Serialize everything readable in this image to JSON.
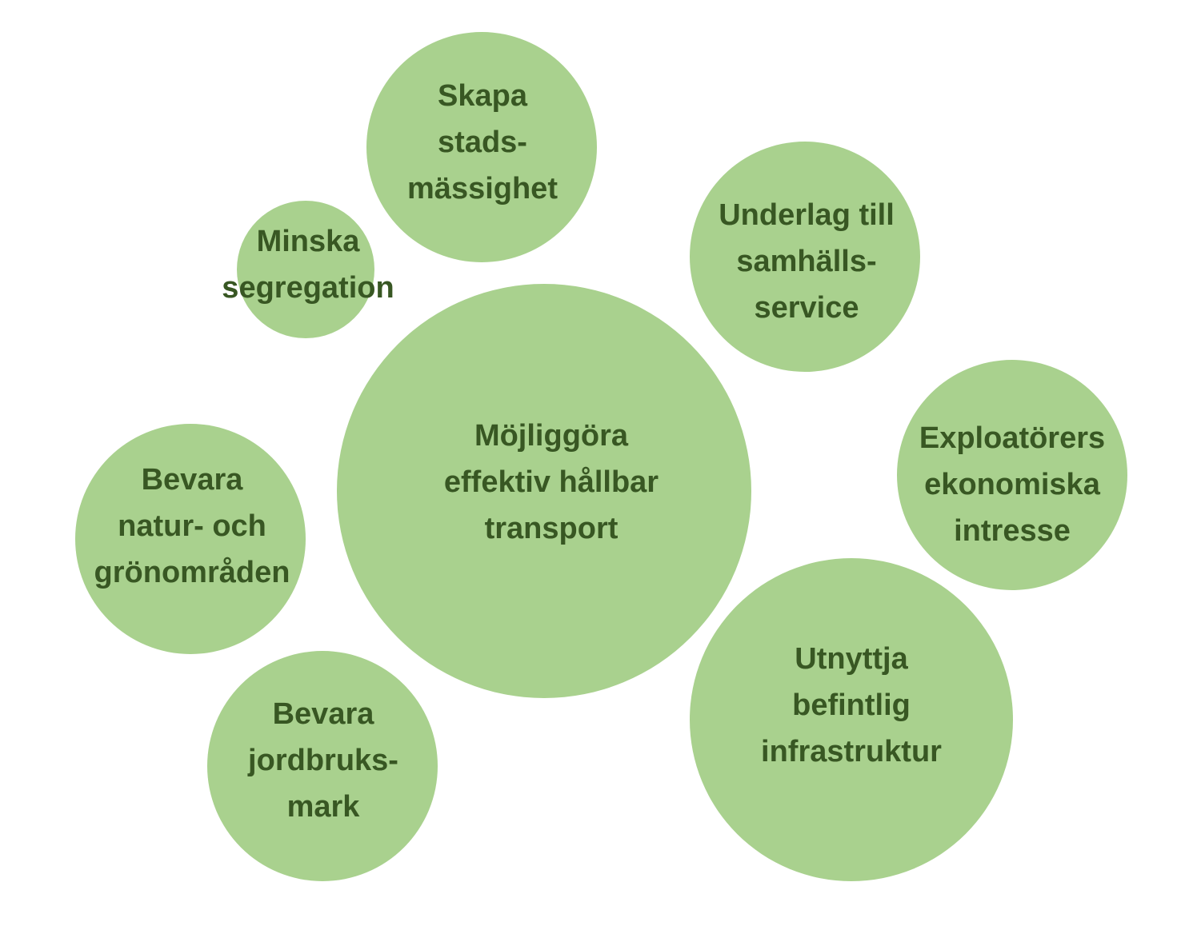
{
  "colors": {
    "bubble_fill": "#a9d18e",
    "text": "#385723",
    "background": "#ffffff"
  },
  "bubbles": [
    {
      "id": "skapa",
      "lines": [
        "Skapa",
        "stads-",
        "mässighet"
      ]
    },
    {
      "id": "minska",
      "lines": [
        "Minska",
        "segregation"
      ]
    },
    {
      "id": "underlag",
      "lines": [
        "Underlag till",
        "samhälls-",
        "service"
      ]
    },
    {
      "id": "mojliggora",
      "lines": [
        "Möjliggöra",
        "effektiv hållbar",
        "transport"
      ]
    },
    {
      "id": "exploatorers",
      "lines": [
        "Exploatörers",
        "ekonomiska",
        "intresse"
      ]
    },
    {
      "id": "bevara-natur",
      "lines": [
        "Bevara",
        "natur- och",
        "grönområden"
      ]
    },
    {
      "id": "utnyttja",
      "lines": [
        "Utnyttja",
        "befintlig",
        "infrastruktur"
      ]
    },
    {
      "id": "bevara-jordbruk",
      "lines": [
        "Bevara",
        "jordbruks-",
        "mark"
      ]
    }
  ]
}
